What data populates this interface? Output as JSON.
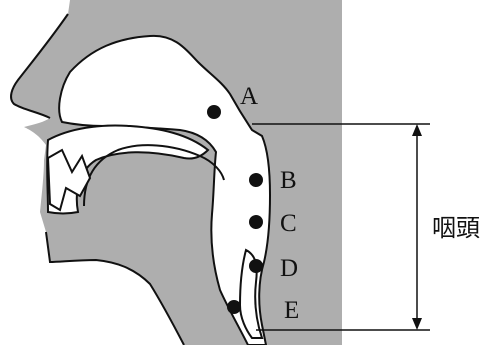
{
  "colors": {
    "tissue": "#aeaeae",
    "airway": "#ffffff",
    "outline": "#111111",
    "dot": "#111111"
  },
  "points": [
    {
      "id": "A",
      "label": "A"
    },
    {
      "id": "B",
      "label": "B"
    },
    {
      "id": "C",
      "label": "C"
    },
    {
      "id": "D",
      "label": "D"
    },
    {
      "id": "E",
      "label": "E"
    }
  ],
  "region_label": "咽頭"
}
